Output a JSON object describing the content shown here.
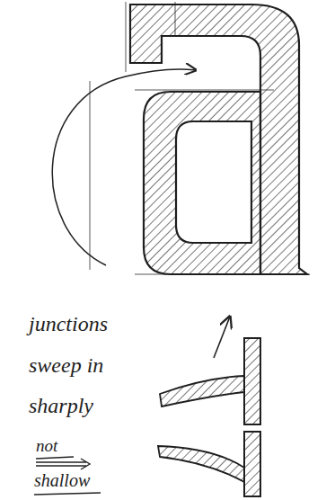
{
  "diagram": {
    "labels": [
      "junctions sweep in sharply",
      "not",
      "shallow"
    ]
  }
}
